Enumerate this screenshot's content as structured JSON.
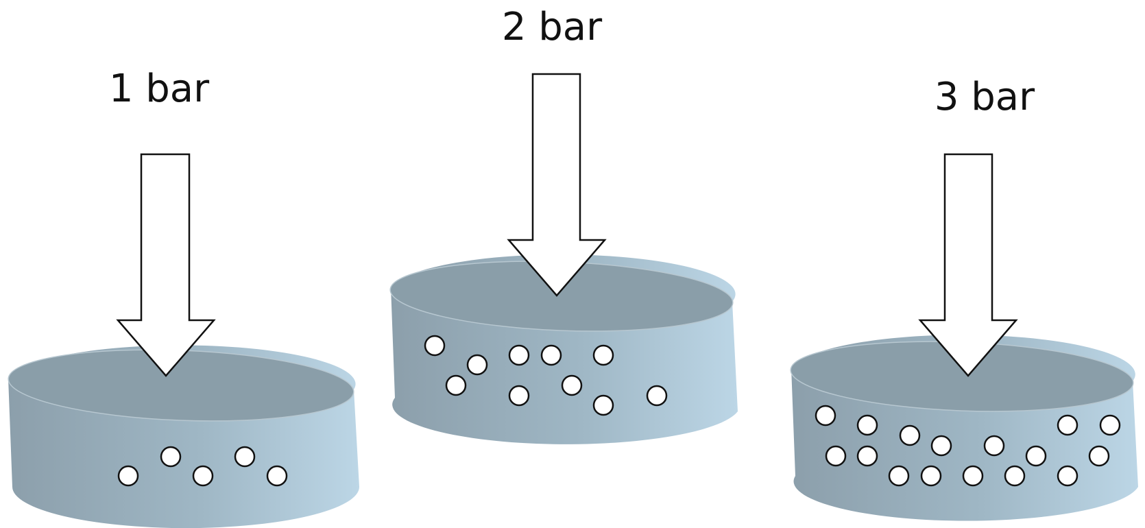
{
  "diagram": {
    "colors": {
      "dish_side_left": "#8c9fab",
      "dish_side_right": "#bcd6e6",
      "dish_top": "#8a9ea9",
      "arrow_fill": "#ffffff",
      "outline": "#111111"
    },
    "containers": [
      {
        "label": "1 bar",
        "bubble_count": 5
      },
      {
        "label": "2 bar",
        "bubble_count": 10
      },
      {
        "label": "3 bar",
        "bubble_count": 16
      }
    ]
  }
}
